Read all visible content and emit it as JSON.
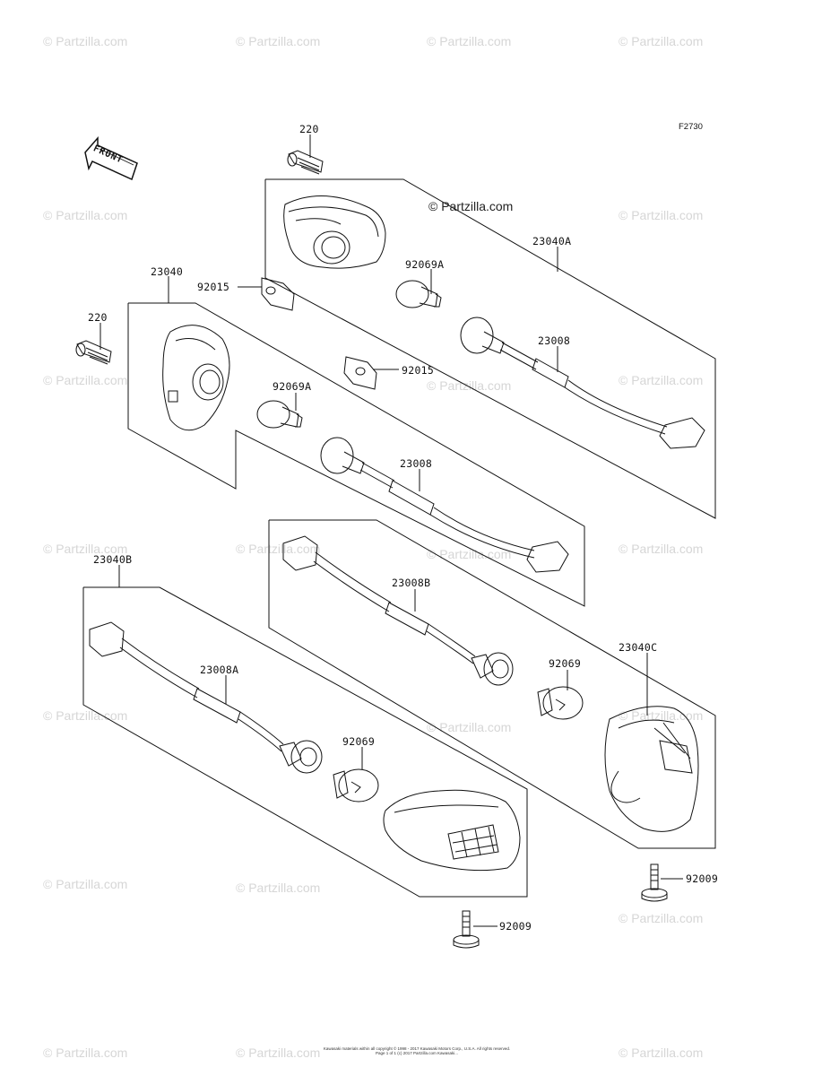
{
  "figure_code": "F2730",
  "site_watermark": "© Partzilla.com",
  "direction_label": "FRONT",
  "copyright_line1": "Kawasaki materials within all copyright © 1998 - 2017 Kawasaki Motors Corp., U.S.A. All rights reserved.",
  "copyright_line2": "Page 1 of 1 (c) 2017 Partzilla.com Kawasaki...",
  "parts": {
    "p220_top": "220",
    "p220_left": "220",
    "p23040": "23040",
    "p23040A": "23040A",
    "p23040B": "23040B",
    "p23040C": "23040C",
    "p92015_a": "92015",
    "p92015_b": "92015",
    "p92069A_a": "92069A",
    "p92069A_b": "92069A",
    "p23008_a": "23008",
    "p23008_b": "23008",
    "p23008A": "23008A",
    "p23008B": "23008B",
    "p92069_a": "92069",
    "p92069_b": "92069",
    "p92009_a": "92009",
    "p92009_b": "92009"
  }
}
